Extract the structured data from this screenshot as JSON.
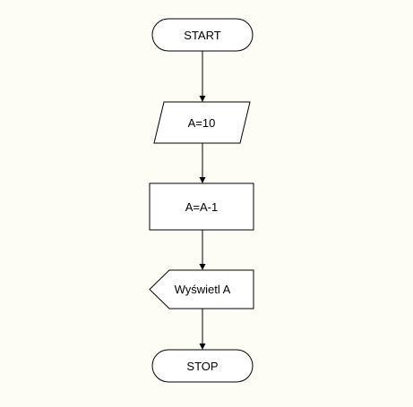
{
  "flowchart": {
    "nodes": [
      {
        "id": "start",
        "type": "terminal",
        "label": "START"
      },
      {
        "id": "input",
        "type": "input-output",
        "label": "A=10"
      },
      {
        "id": "process",
        "type": "process",
        "label": "A=A-1"
      },
      {
        "id": "display",
        "type": "display",
        "label": "Wyświetl A"
      },
      {
        "id": "stop",
        "type": "terminal",
        "label": "STOP"
      }
    ],
    "edges": [
      {
        "from": "start",
        "to": "input"
      },
      {
        "from": "input",
        "to": "process"
      },
      {
        "from": "process",
        "to": "display"
      },
      {
        "from": "display",
        "to": "stop"
      }
    ]
  },
  "colors": {
    "background": "#fdfdf5",
    "shape_fill": "#ffffff",
    "stroke": "#000000"
  }
}
